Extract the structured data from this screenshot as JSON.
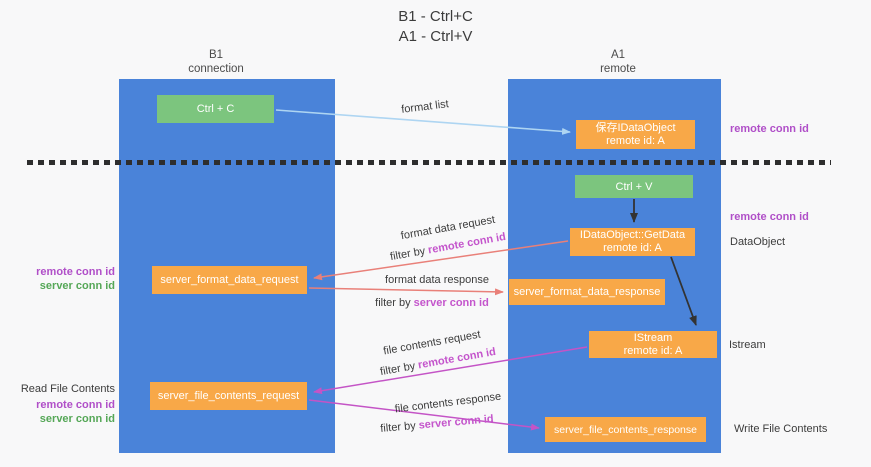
{
  "title": {
    "line1": "B1 - Ctrl+C",
    "line2": "A1 - Ctrl+V"
  },
  "lanes": {
    "left": {
      "header1": "B1",
      "header2": "connection"
    },
    "right": {
      "header1": "A1",
      "header2": "remote"
    }
  },
  "nodes": {
    "ctrl_c": {
      "label": "Ctrl + C"
    },
    "save_idataobject": {
      "line1": "保存IDataObject",
      "line2": "remote id: A"
    },
    "ctrl_v": {
      "label": "Ctrl + V"
    },
    "getdata": {
      "line1": "IDataObject::GetData",
      "line2": "remote id: A"
    },
    "format_request": {
      "label": "server_format_data_request"
    },
    "format_response": {
      "label": "server_format_data_response"
    },
    "istream": {
      "line1": "IStream",
      "line2": "remote id: A"
    },
    "file_request": {
      "label": "server_file_contents_request"
    },
    "file_response": {
      "label": "server_file_contents_response"
    }
  },
  "edge_labels": {
    "format_list": "format list",
    "format_data_request": "format data request",
    "format_data_response": "format data response",
    "file_contents_request": "file contents request",
    "file_contents_response": "file contents response",
    "filter_by": "filter by",
    "remote_conn_id": "remote conn id",
    "server_conn_id": "server conn id"
  },
  "side_labels": {
    "right_top_remote": "remote conn id",
    "right_mid_remote": "remote conn id",
    "dataobject": "DataObject",
    "istream": "Istream",
    "write_file": "Write File Contents",
    "left_remote": "remote conn id",
    "left_server": "server conn id",
    "read_file": "Read File Contents",
    "left_remote2": "remote conn id",
    "left_server2": "server conn id"
  },
  "colors": {
    "lane_blue": "#4a83d9",
    "node_orange": "#f8a848",
    "node_green": "#7cc57e",
    "arrow_light_blue": "#aed5f2",
    "arrow_salmon": "#e98079",
    "arrow_magenta": "#c454c6",
    "arrow_black": "#333333",
    "text_purple_id": "#b04fc8",
    "text_green_id": "#55a757",
    "text_magenta_id": "#c455cc"
  }
}
